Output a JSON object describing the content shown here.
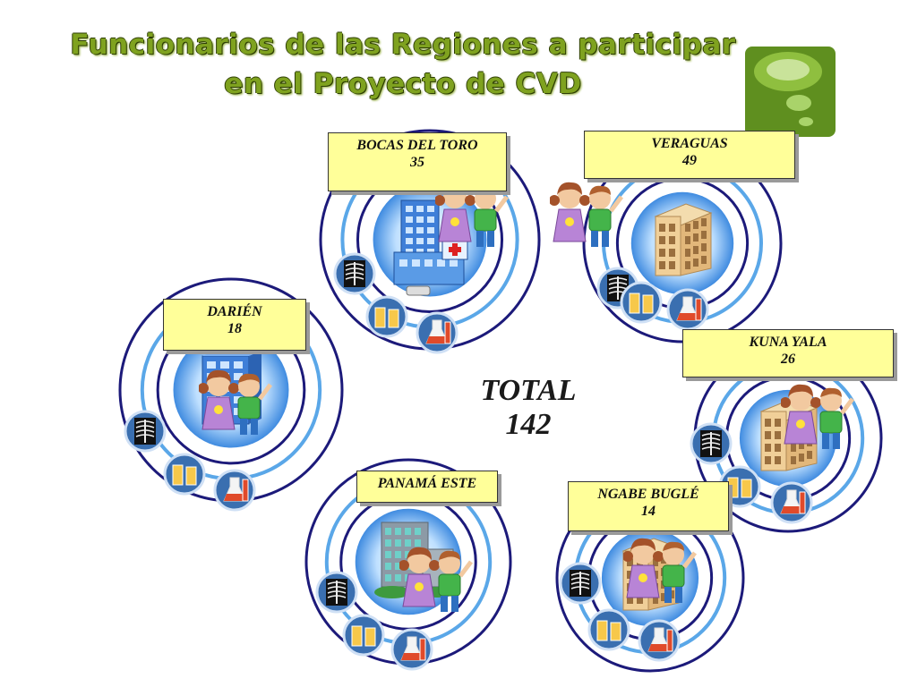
{
  "title": {
    "line1": "Funcionarios de las Regiones a participar",
    "line2": "en el Proyecto de CVD"
  },
  "total": {
    "label": "TOTAL",
    "value": "142"
  },
  "colors": {
    "ring_dark": "#1c1a7a",
    "ring_light": "#5aa7e8",
    "label_fill": "#ffff99",
    "title_green": "#7fa21f"
  },
  "regions": [
    {
      "id": "bocas",
      "name": "BOCAS DEL TORO",
      "count": "35"
    },
    {
      "id": "veraguas",
      "name": "VERAGUAS",
      "count": "49"
    },
    {
      "id": "darien",
      "name": "DARIÉN",
      "count": "18"
    },
    {
      "id": "kuna",
      "name": "KUNA YALA",
      "count": "26"
    },
    {
      "id": "panama",
      "name": "PANAMÁ ESTE",
      "count": ""
    },
    {
      "id": "ngabe",
      "name": "NGABE BUGLÉ",
      "count": "14"
    }
  ],
  "icons": [
    "xray-icon",
    "urine-sample-icon",
    "lab-flask-icon",
    "building-icon",
    "children-icon"
  ]
}
